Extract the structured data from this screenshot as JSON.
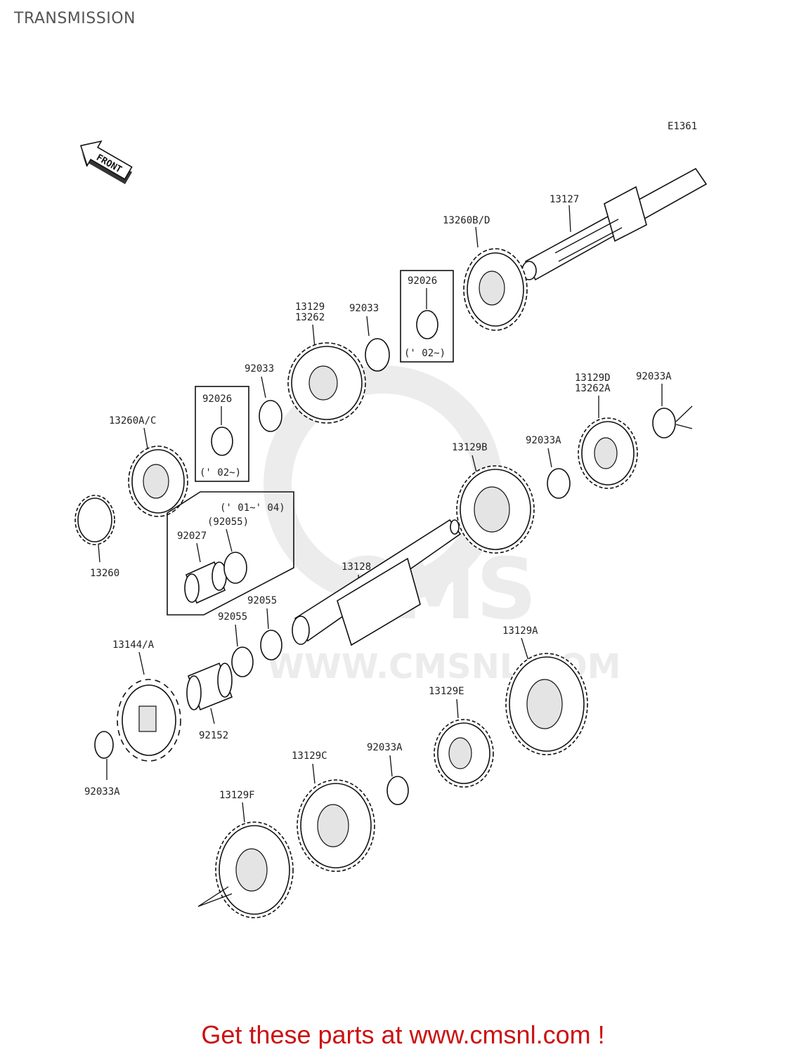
{
  "title": "TRANSMISSION",
  "diagram_code": "E1361",
  "front_arrow_label": "FRONT",
  "watermark": "WWW.CMSNL.COM",
  "watermark_logo": "CMS",
  "labels": {
    "p13127": "13127",
    "p13260bd": "13260B/D",
    "p92026_top": "92026",
    "p02_top": "(' 02~)",
    "p13129": "13129",
    "p13262": "13262",
    "p92033_a": "92033",
    "p92033_b": "92033",
    "p92026_mid": "92026",
    "p02_mid": "(' 02~)",
    "p13260ac": "13260A/C",
    "p13260": "13260",
    "p13129d": "13129D",
    "p13262a": "13262A",
    "p92033a_top": "92033A",
    "p92033a_mid": "92033A",
    "p13129b": "13129B",
    "p01_04": "(' 01~' 04)",
    "p92055_paren": "(92055)",
    "p92027": "92027",
    "p13128": "13128",
    "p92055_a": "92055",
    "p92055_b": "92055",
    "p13144a": "13144/A",
    "p13129a": "13129A",
    "p92152": "92152",
    "p13129e": "13129E",
    "p92033a_low": "92033A",
    "p13129c": "13129C",
    "p92033a_left": "92033A",
    "p13129f": "13129F"
  },
  "footer": "Get these parts at www.cmsnl.com !",
  "colors": {
    "footer": "#cc1111",
    "title": "#555555",
    "watermark": "#e6e6e6"
  }
}
